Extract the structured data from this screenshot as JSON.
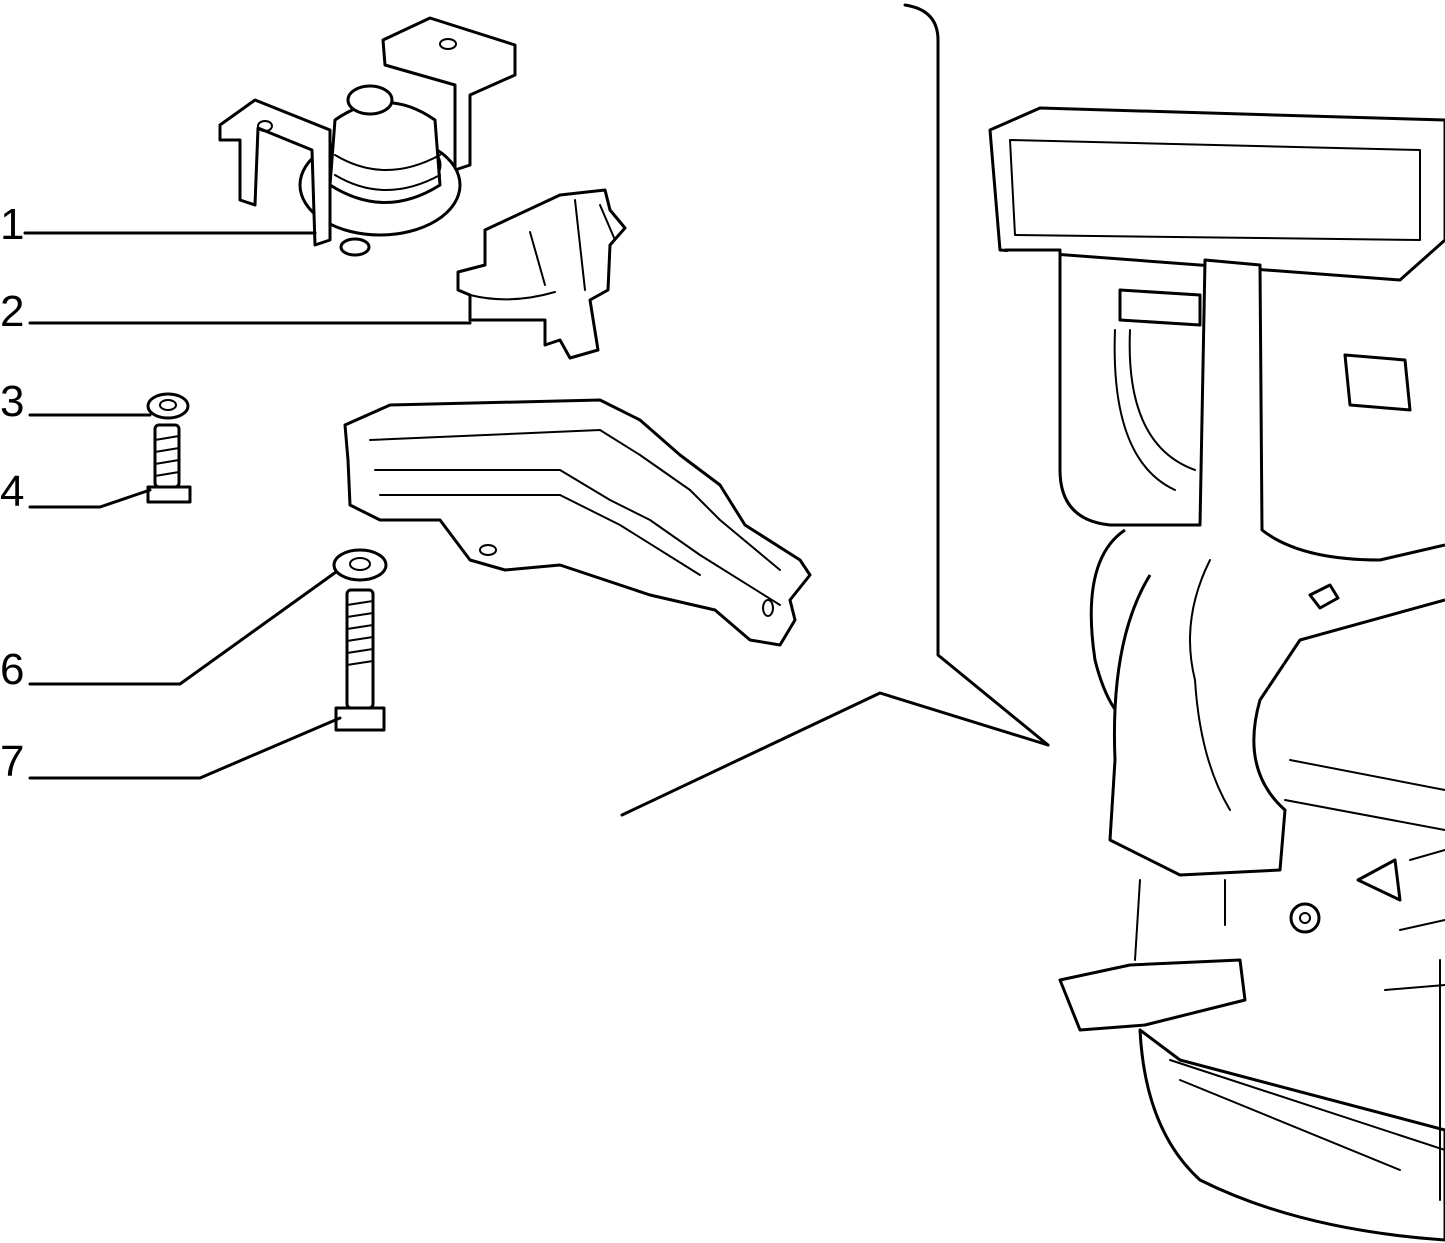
{
  "callouts": [
    {
      "id": "1",
      "label": "1"
    },
    {
      "id": "2",
      "label": "2"
    },
    {
      "id": "3",
      "label": "3"
    },
    {
      "id": "4",
      "label": "4"
    },
    {
      "id": "6",
      "label": "6"
    },
    {
      "id": "7",
      "label": "7"
    }
  ],
  "colors": {
    "ink": "#000000",
    "paper": "#ffffff"
  }
}
